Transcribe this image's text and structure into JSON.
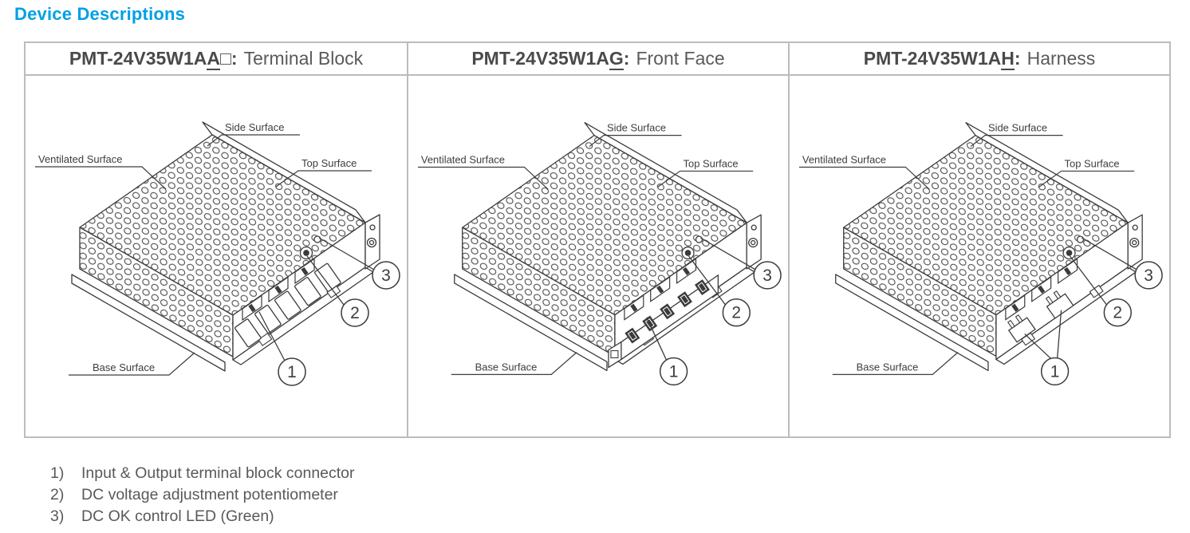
{
  "title": "Device Descriptions",
  "accent_color": "#00a0e6",
  "border_color": "#bcbcbc",
  "table": {
    "columns": [
      {
        "model_prefix": "PMT-24V35W1A",
        "model_variant_char": "A",
        "model_suffix": "□:",
        "type_label": "Terminal Block",
        "variant": "terminal"
      },
      {
        "model_prefix": "PMT-24V35W1A",
        "model_variant_char": "G",
        "model_suffix": ":",
        "type_label": "Front Face",
        "variant": "front"
      },
      {
        "model_prefix": "PMT-24V35W1A",
        "model_variant_char": "H",
        "model_suffix": ":",
        "type_label": "Harness",
        "variant": "harness"
      }
    ]
  },
  "diagram": {
    "labels": {
      "side": "Side Surface",
      "ventilated": "Ventilated Surface",
      "top": "Top Surface",
      "base": "Base Surface"
    },
    "callouts": [
      "1",
      "2",
      "3"
    ]
  },
  "notes": [
    {
      "num": "1)",
      "text": "Input & Output terminal block connector"
    },
    {
      "num": "2)",
      "text": "DC voltage adjustment potentiometer"
    },
    {
      "num": "3)",
      "text": "DC OK control LED (Green)"
    }
  ]
}
